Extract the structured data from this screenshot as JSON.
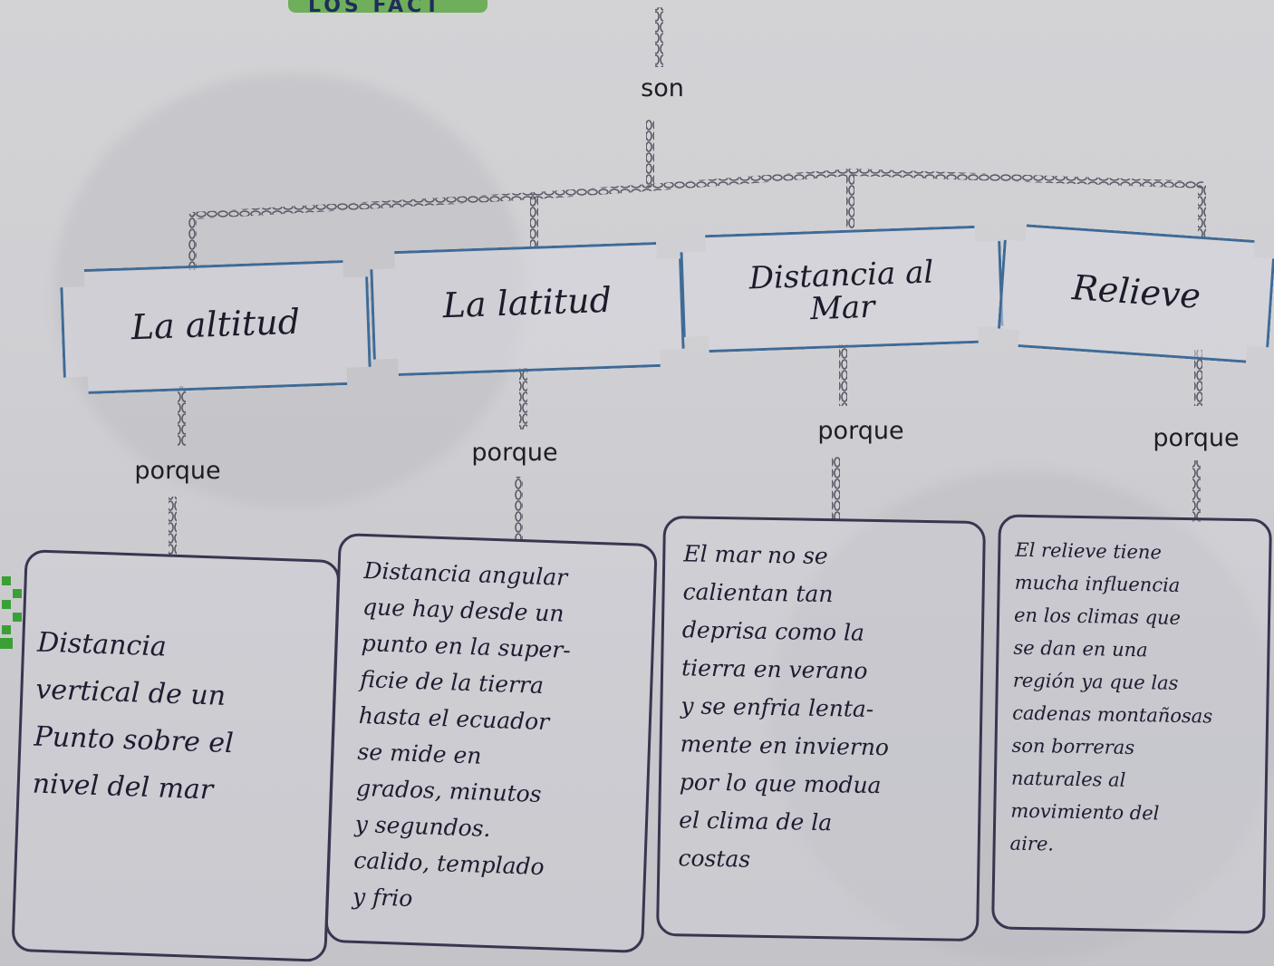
{
  "header": {
    "title_fragment": "LOS FACT"
  },
  "root_link": "son",
  "factors": [
    {
      "label": "La altitud",
      "connector": "porque",
      "description": [
        "Distancia",
        "vertical de un",
        "Punto sobre el",
        "nivel del mar"
      ]
    },
    {
      "label": "La latitud",
      "connector": "porque",
      "description": [
        "Distancia angular",
        "que hay desde un",
        "punto en la super-",
        "ficie de la tierra",
        "hasta el ecuador",
        "se mide en",
        "grados, minutos",
        "y segundos.",
        "calido, templado",
        "y frio"
      ]
    },
    {
      "label": "Distancia al Mar",
      "connector": "porque",
      "description": [
        "El mar no se",
        "calientan tan",
        "deprisa como la",
        "tierra en verano",
        "y se enfria lenta-",
        "mente en invierno",
        "por lo que modua",
        "el clima de la",
        "costas"
      ]
    },
    {
      "label": "Relieve",
      "connector": "porque",
      "description": [
        "El relieve tiene",
        "mucha influencia",
        "en los climas que",
        "se dan en una",
        "región ya que las",
        "cadenas montañosas",
        "son borreras",
        "naturales al",
        "movimiento del",
        "aire."
      ]
    }
  ],
  "colors": {
    "box_border": "#3f6a96",
    "desc_border": "#3a3550",
    "connector": "#5a5a66"
  }
}
